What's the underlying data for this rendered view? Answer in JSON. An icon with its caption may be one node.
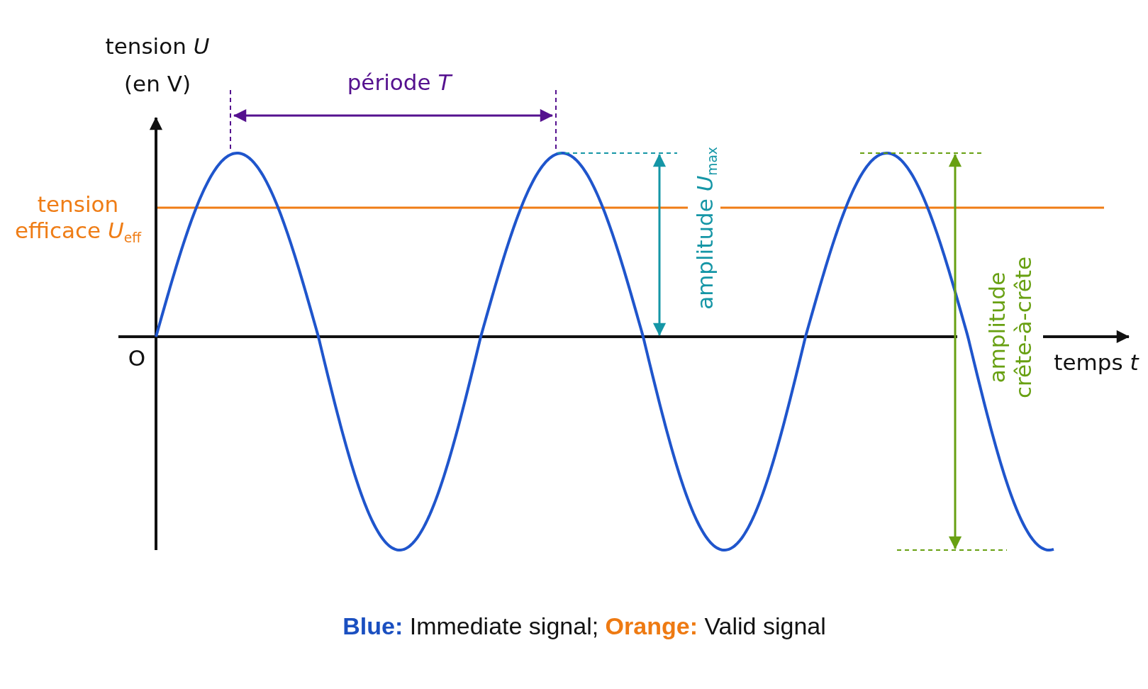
{
  "diagram": {
    "caption": "**Blue:** Immediate signal; **Orange:** Valid signal",
    "labels": [
      "tension *U*",
      "(en V)",
      "période *T*",
      "tension efficace *U*$_{eff}$",
      "amplitude *U*$_{max}$",
      "amplitude crête-à-crête",
      "O",
      "temps *t*"
    ]
  }
}
